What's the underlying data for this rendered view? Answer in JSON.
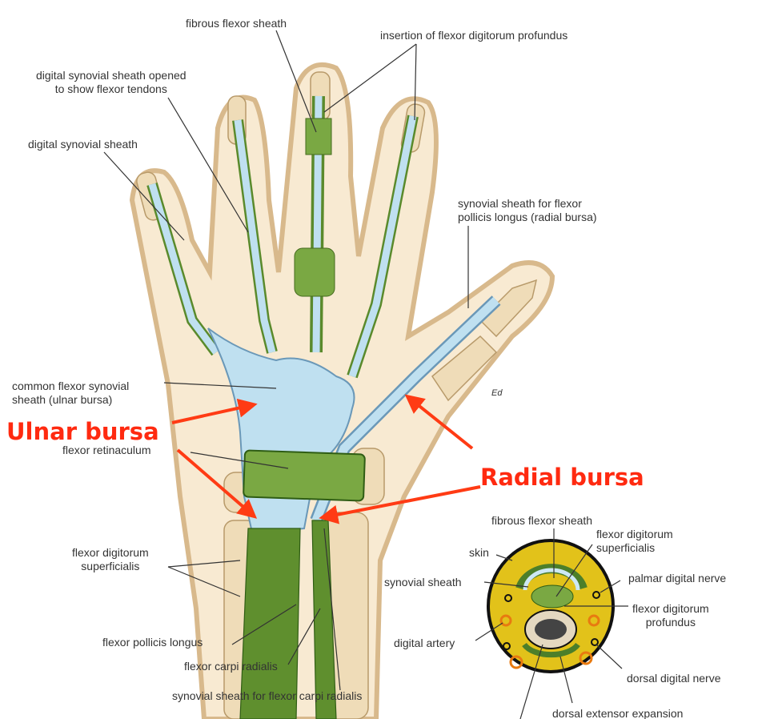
{
  "hand_labels": {
    "fibrous_flexor_sheath": "fibrous flexor sheath",
    "insertion_fdp": "insertion of flexor digitorum profundus",
    "digital_sheath_opened_1": "digital synovial sheath opened",
    "digital_sheath_opened_2": "to show flexor tendons",
    "digital_synovial_sheath": "digital synovial sheath",
    "radial_bursa_sheath_1": "synovial sheath for flexor",
    "radial_bursa_sheath_2": "pollicis longus (radial bursa)",
    "common_sheath_1": "common flexor synovial",
    "common_sheath_2": "sheath (ulnar bursa)",
    "flexor_retinaculum": "flexor retinaculum",
    "fds_1": "flexor digitorum",
    "fds_2": "superficialis",
    "fpl": "flexor pollicis longus",
    "fcr": "flexor carpi radialis",
    "fcr_sheath": "synovial sheath for flexor carpi radialis",
    "signature": "Ed"
  },
  "annotations": {
    "ulnar_bursa": "Ulnar bursa",
    "radial_bursa": "Radial bursa",
    "arrow_color": "#ff3b14"
  },
  "cross_section_labels": {
    "fibrous_flexor_sheath": "fibrous flexor sheath",
    "fds_1": "flexor digitorum",
    "fds_2": "superficialis",
    "skin": "skin",
    "synovial_sheath": "synovial sheath",
    "palmar_digital_nerve": "palmar digital nerve",
    "fdp_1": "flexor digitorum",
    "fdp_2": "profundus",
    "digital_artery": "digital artery",
    "dorsal_digital_nerve": "dorsal digital nerve",
    "dorsal_extensor_expansion": "dorsal extensor expansion"
  },
  "colors": {
    "skin": "#f8ead2",
    "skin_outline": "#d8b98c",
    "bone": "#efdcb8",
    "tendon": "#5f8f2e",
    "sheath": "#bfe0f0",
    "fat": "#e2c21a"
  }
}
